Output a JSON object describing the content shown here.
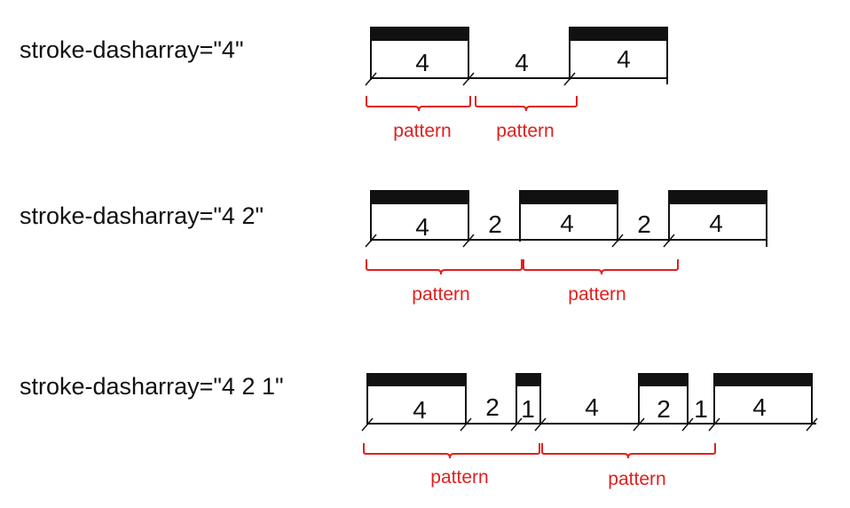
{
  "diagrams": [
    {
      "label": "stroke-dasharray=\"4\"",
      "segments": [
        {
          "kind": "dash",
          "value": "4"
        },
        {
          "kind": "gap",
          "value": "4"
        },
        {
          "kind": "dash",
          "value": "4"
        }
      ],
      "patterns": [
        {
          "text": "pattern"
        },
        {
          "text": "pattern"
        }
      ]
    },
    {
      "label": "stroke-dasharray=\"4 2\"",
      "segments": [
        {
          "kind": "dash",
          "value": "4"
        },
        {
          "kind": "gap",
          "value": "2"
        },
        {
          "kind": "dash",
          "value": "4"
        },
        {
          "kind": "gap",
          "value": "2"
        },
        {
          "kind": "dash",
          "value": "4"
        }
      ],
      "patterns": [
        {
          "text": "pattern"
        },
        {
          "text": "pattern"
        }
      ]
    },
    {
      "label": "stroke-dasharray=\"4 2 1\"",
      "segments": [
        {
          "kind": "dash",
          "value": "4"
        },
        {
          "kind": "gap",
          "value": "2"
        },
        {
          "kind": "dash",
          "value": "1"
        },
        {
          "kind": "gap",
          "value": "4"
        },
        {
          "kind": "dash",
          "value": "2"
        },
        {
          "kind": "gap",
          "value": "1"
        },
        {
          "kind": "dash",
          "value": "4"
        }
      ],
      "patterns": [
        {
          "text": "pattern"
        },
        {
          "text": "pattern"
        }
      ]
    }
  ],
  "colors": {
    "ink": "#111111",
    "pattern": "#e02020"
  }
}
